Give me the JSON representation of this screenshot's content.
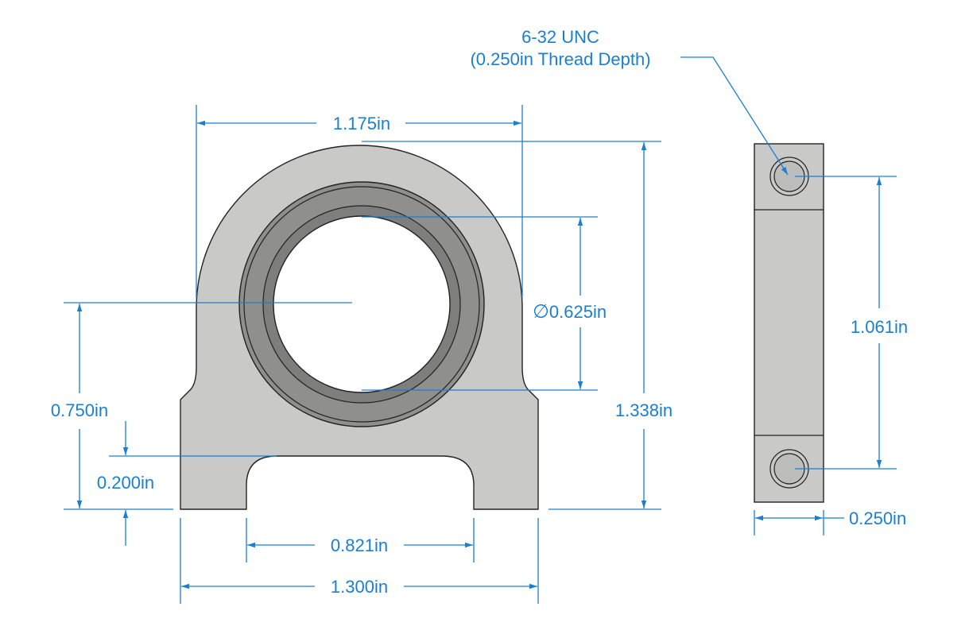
{
  "colors": {
    "dimension": "#1a7fd0",
    "part_fill": "#c9c9c7",
    "bearing_ring": "#8f8f8d",
    "bearing_inner": "#7e7e7c",
    "outline": "#222222",
    "background": "#ffffff"
  },
  "front_view": {
    "width_top": "1.175in",
    "overall_height": "1.338in",
    "bore_diameter_symbol": "∅",
    "bore_diameter": "0.625in",
    "center_height": "0.750in",
    "slot_height": "0.200in",
    "slot_width": "0.821in",
    "base_width": "1.300in"
  },
  "side_view": {
    "hole_callout_line1": "6-32 UNC",
    "hole_callout_line2": "(0.250in Thread Depth)",
    "hole_spacing": "1.061in",
    "thickness": "0.250in"
  }
}
